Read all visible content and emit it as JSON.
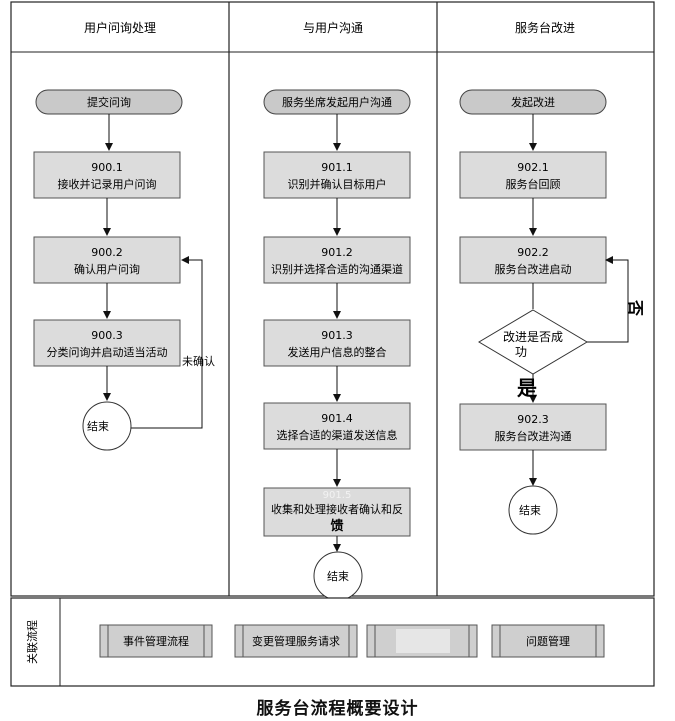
{
  "caption": "服务台流程概要设计",
  "lanes": [
    {
      "title": "用户问询处理"
    },
    {
      "title": "与用户沟通"
    },
    {
      "title": "服务台改进"
    }
  ],
  "lane1": {
    "start": "提交问询",
    "steps": [
      {
        "id": "900.1",
        "text": "接收并记录用户问询"
      },
      {
        "id": "900.2",
        "text": "确认用户问询"
      },
      {
        "id": "900.3",
        "text": "分类问询并启动适当活动"
      }
    ],
    "loop_label": "未确认",
    "end": "结束"
  },
  "lane2": {
    "start": "服务坐席发起用户沟通",
    "steps": [
      {
        "id": "901.1",
        "text": "识别并确认目标用户"
      },
      {
        "id": "901.2",
        "text": "识别并选择合适的沟通渠道"
      },
      {
        "id": "901.3",
        "text": "发送用户信息的整合"
      },
      {
        "id": "901.4",
        "text": "选择合适的渠道发送信息"
      }
    ],
    "step5": {
      "id": "901.5",
      "line1": "收集和处理接收者确认和反",
      "line2": "馈"
    },
    "end": "结束"
  },
  "lane3": {
    "start": "发起改进",
    "steps": [
      {
        "id": "902.1",
        "text": "服务台回顾"
      },
      {
        "id": "902.2",
        "text": "服务台改进启动"
      }
    ],
    "decision_line1": "改进是否成",
    "decision_line2": "功",
    "no_label": "否",
    "yes_label": "是",
    "step3": {
      "id": "902.3",
      "text": "服务台改进沟通"
    },
    "end": "结束"
  },
  "related": {
    "label": "关联流程",
    "items": [
      "事件管理流程",
      "变更管理服务请求",
      "",
      "问题管理"
    ]
  }
}
